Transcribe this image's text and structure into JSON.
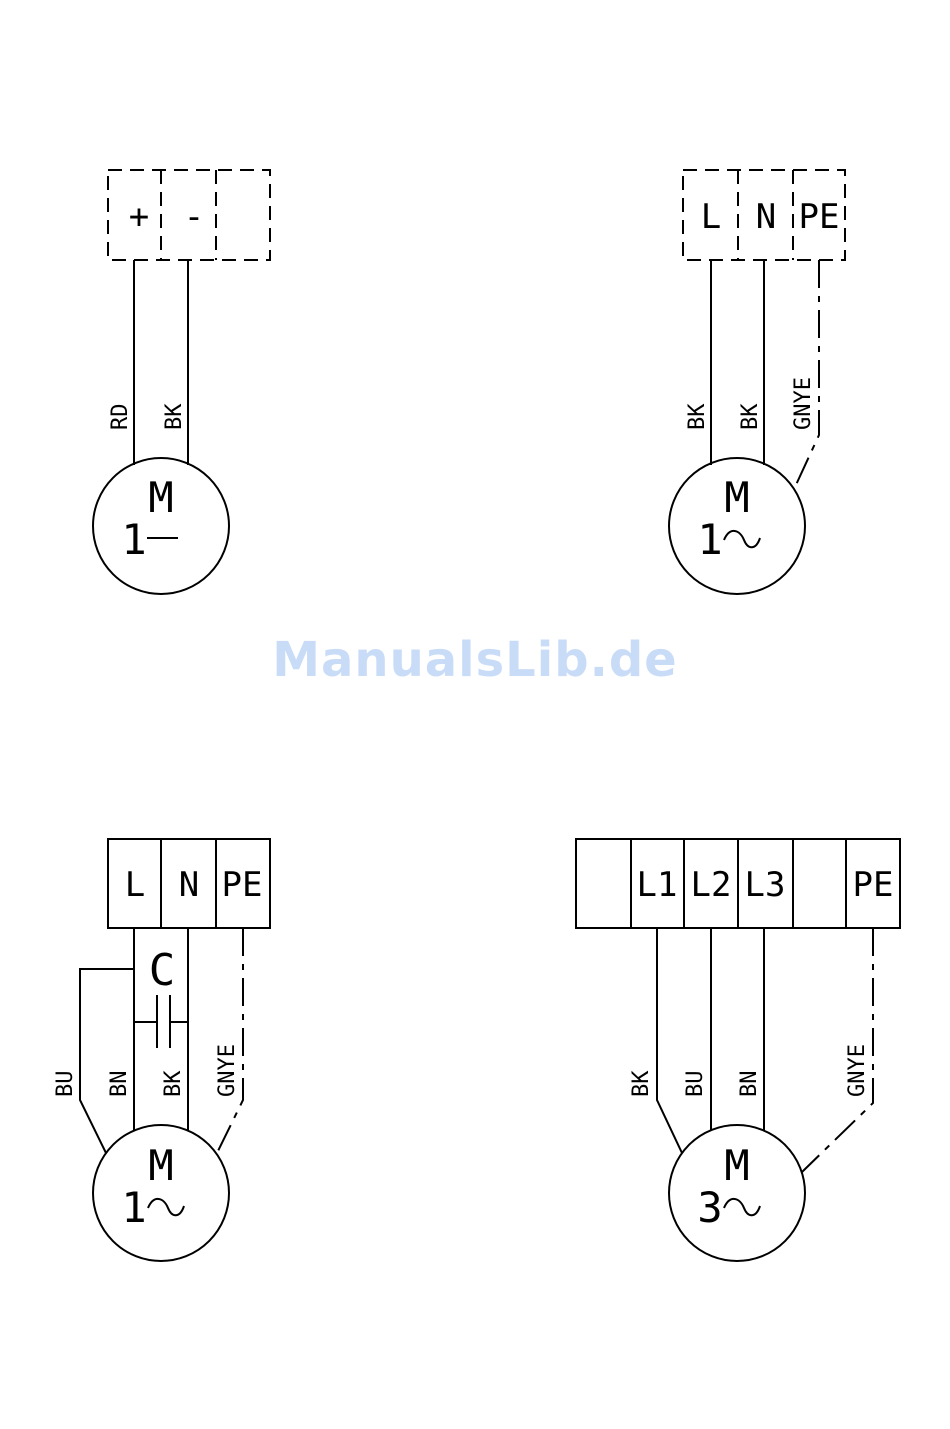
{
  "diagram_dc": {
    "terminals": [
      "+",
      "-",
      ""
    ],
    "wires": [
      "RD",
      "BK"
    ],
    "motor": {
      "letter": "M",
      "phase": "1",
      "current": "—"
    }
  },
  "diagram_ac_single": {
    "terminals": [
      "L",
      "N",
      "PE"
    ],
    "wires": [
      "BK",
      "BK",
      "GNYE"
    ],
    "motor": {
      "letter": "M",
      "phase": "1",
      "current": "~"
    }
  },
  "diagram_ac_capacitor": {
    "terminals": [
      "L",
      "N",
      "PE"
    ],
    "capacitor": "C",
    "wires": [
      "BU",
      "BN",
      "BK",
      "GNYE"
    ],
    "motor": {
      "letter": "M",
      "phase": "1",
      "current": "~"
    }
  },
  "diagram_three_phase": {
    "terminals": [
      "",
      "L1",
      "L2",
      "L3",
      "",
      "PE"
    ],
    "wires": [
      "BK",
      "BU",
      "BN",
      "GNYE"
    ],
    "motor": {
      "letter": "M",
      "phase": "3",
      "current": "~"
    }
  },
  "watermark": {
    "text": "ManualsLib.de",
    "color": "#c9dcf7"
  }
}
